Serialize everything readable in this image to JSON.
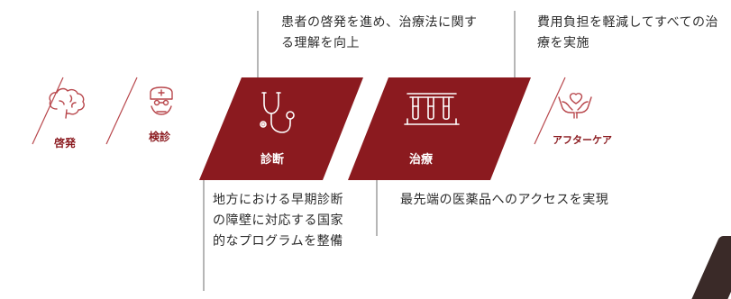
{
  "colors": {
    "accent": "#8b1a1f",
    "accent_soft": "#b8474c",
    "line": "#6e6e6e",
    "stage_text_light": "#ffffff",
    "stage_text_dark": "#8b1a1f"
  },
  "stages": [
    {
      "label": "啓発",
      "icon": "brain-icon"
    },
    {
      "label": "検診",
      "icon": "doctor-icon"
    },
    {
      "label": "診断",
      "icon": "stethoscope-icon"
    },
    {
      "label": "治療",
      "icon": "test-tubes-icon"
    },
    {
      "label": "アフターケア",
      "icon": "hands-heart-icon"
    }
  ],
  "annotations": {
    "awareness": "患者の啓発を進め、治療法に関する理解を向上",
    "cost": "費用負担を軽減してすべての治療を実施",
    "diagnosis": "地方における早期診断の障壁に対応する国家的なプログラムを整備",
    "treatment": "最先端の医薬品へのアクセスを実現"
  }
}
